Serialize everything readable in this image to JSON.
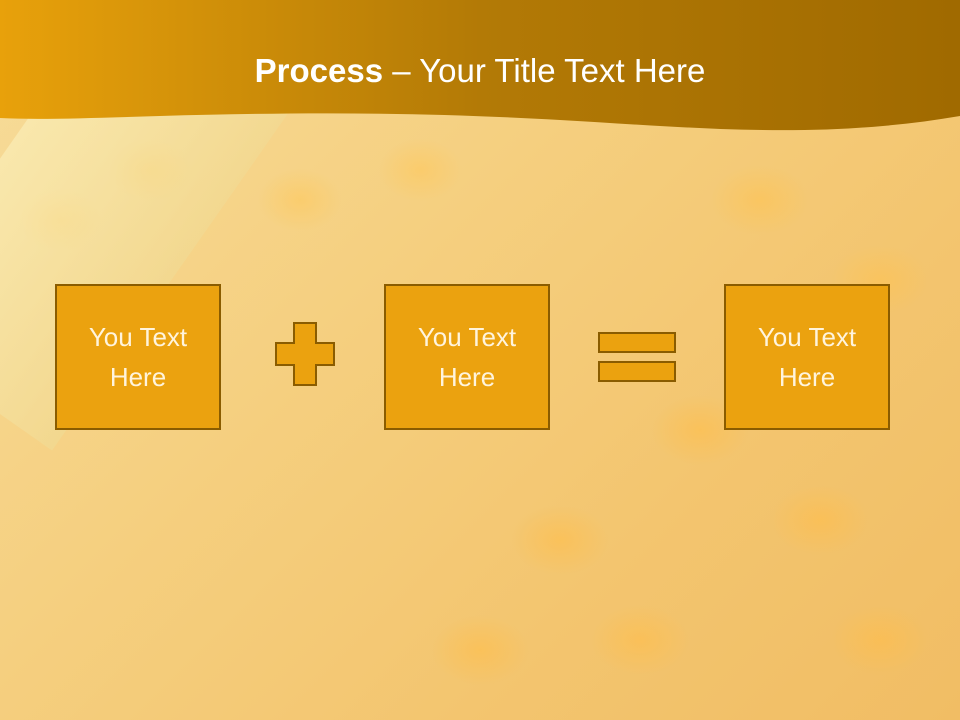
{
  "slide": {
    "title_bold": "Process",
    "title_separator": " – ",
    "title_rest": "Your Title Text Here"
  },
  "process": {
    "boxes": [
      {
        "text": "You Text Here"
      },
      {
        "text": "You Text Here"
      },
      {
        "text": "You Text Here"
      }
    ],
    "operators": [
      "plus-icon",
      "equals-icon"
    ]
  },
  "colors": {
    "header": "#a06a00",
    "box_fill": "#eba20f",
    "box_border": "#8a5c00",
    "title_text": "#ffffff"
  }
}
